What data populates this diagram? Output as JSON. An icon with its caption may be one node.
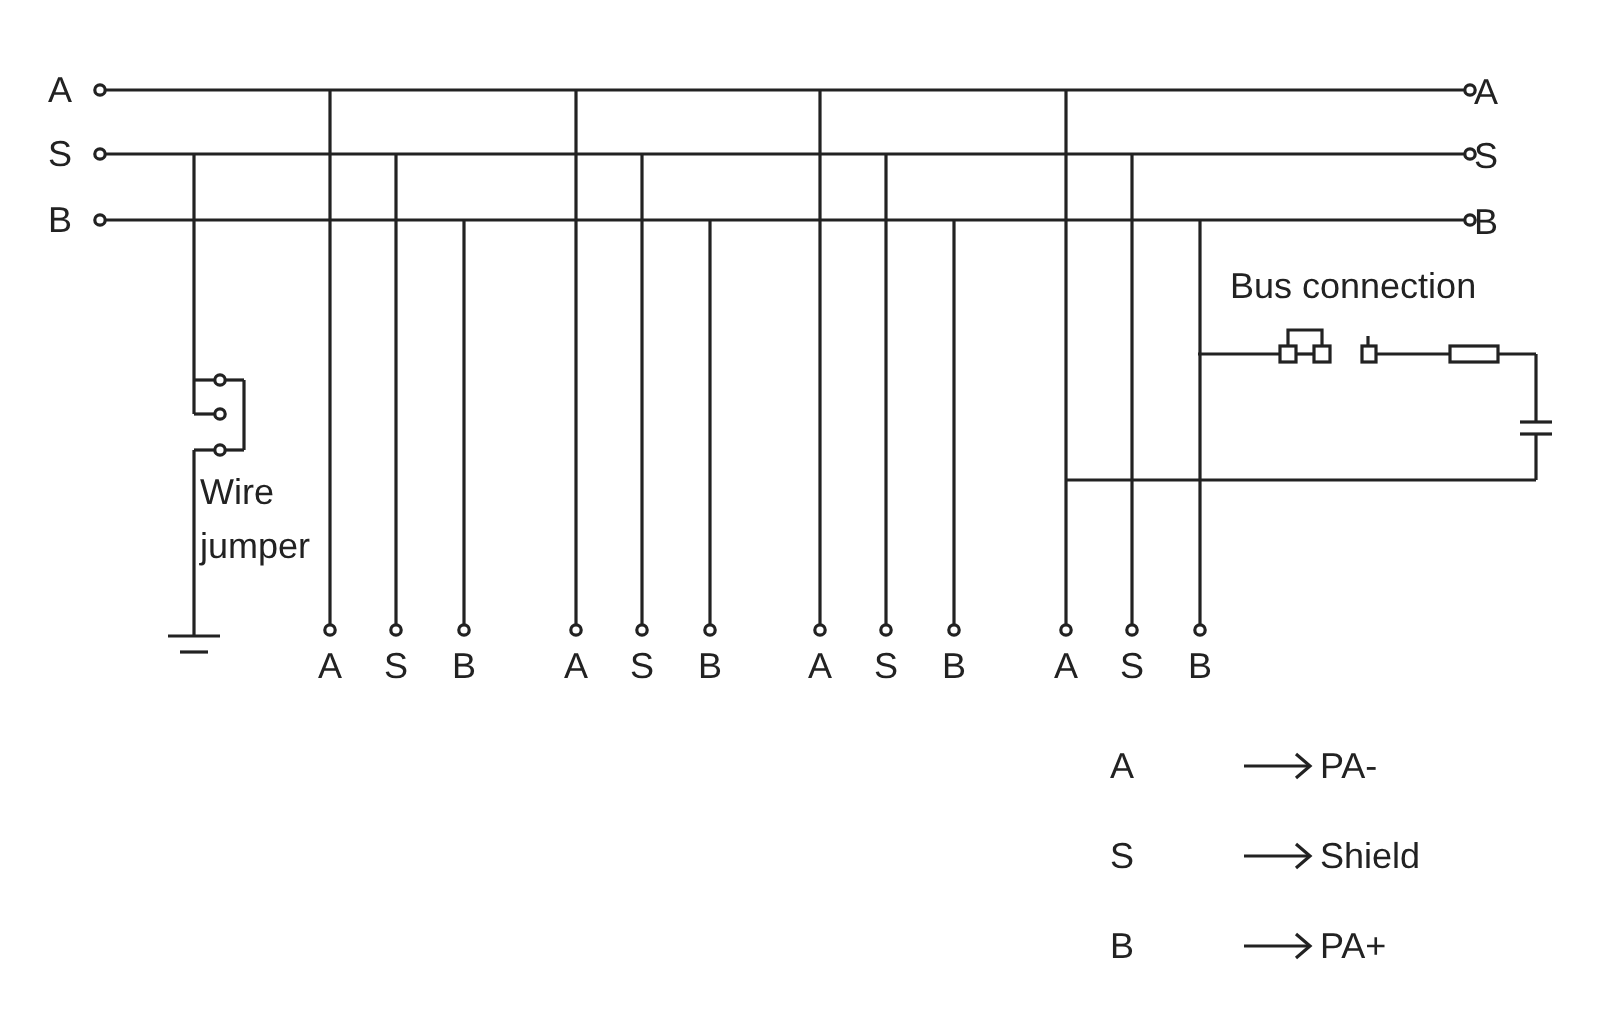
{
  "diagram": {
    "labels": [
      "A",
      "A",
      "S",
      "S",
      "B",
      "B",
      "Bus connection",
      "Wire jumper",
      "A",
      "S",
      "B",
      "A",
      "S",
      "B",
      "A",
      "S",
      "B",
      "A",
      "S",
      "B",
      "A",
      "PA-",
      "S",
      "Shield",
      "B",
      "PA+"
    ]
  }
}
